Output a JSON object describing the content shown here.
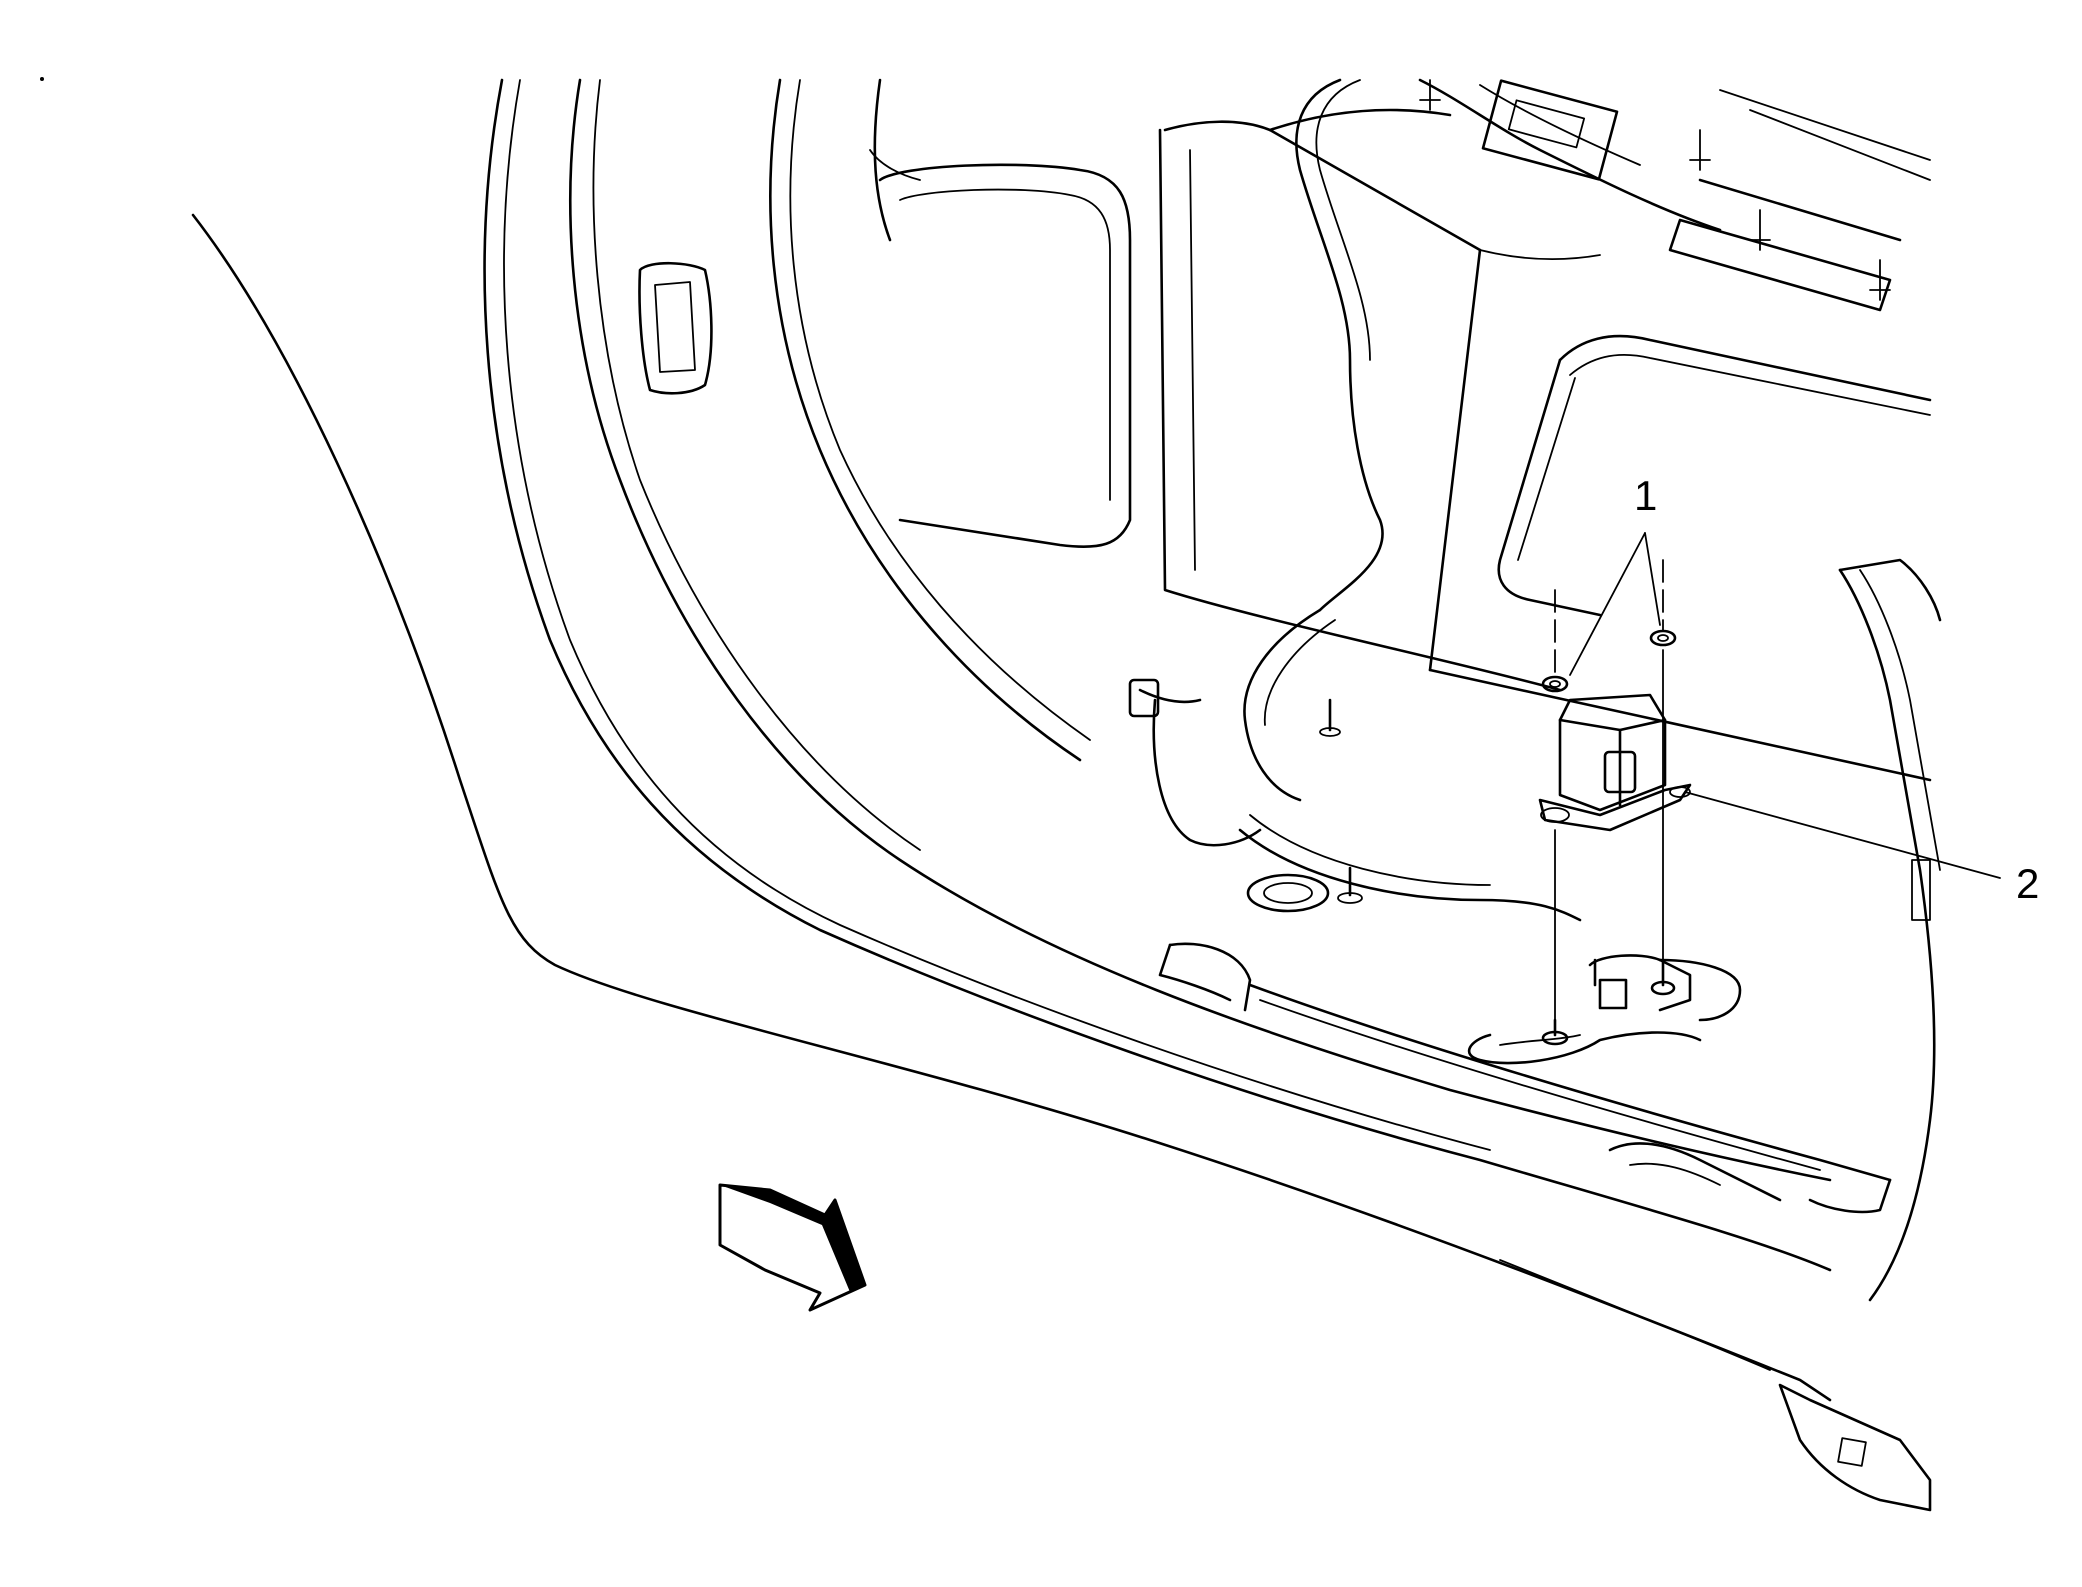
{
  "callouts": [
    {
      "id": "1",
      "label": "1"
    },
    {
      "id": "2",
      "label": "2"
    }
  ],
  "icons": {
    "direction_arrow": "forward-direction-arrow-icon"
  }
}
